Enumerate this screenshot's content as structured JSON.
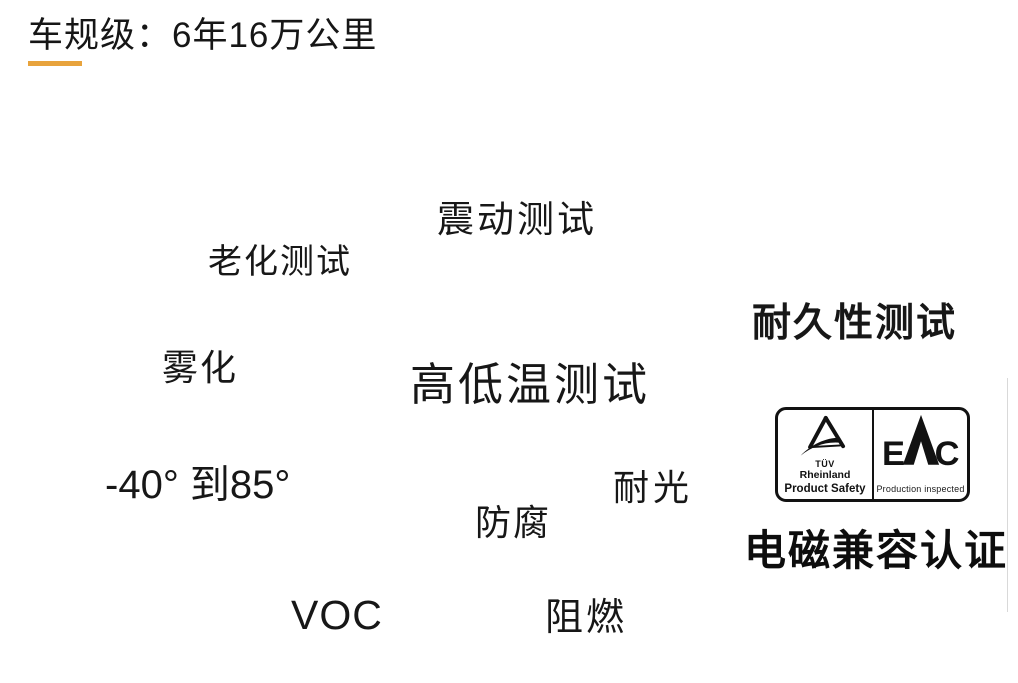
{
  "title": {
    "text": "车规级：6年16万公里",
    "underline_color": "#E8A33C"
  },
  "tests": {
    "vibration": "震动测试",
    "aging": "老化测试",
    "fogging": "雾化",
    "temperature": "高低温测试",
    "durability": "耐久性测试",
    "temp_range": "-40° 到85°",
    "anti_corrosion": "防腐",
    "light_resistance": "耐光",
    "voc": "VOC",
    "flame_retardant": "阻燃"
  },
  "certification": {
    "tuv": {
      "line1": "TÜV",
      "line2": "Rheinland",
      "line3": "Product Safety"
    },
    "emc": {
      "letter_e": "E",
      "letter_c": "C",
      "caption": "Production inspected"
    },
    "label": "电磁兼容认证"
  },
  "colors": {
    "accent_underline": "#E8A33C",
    "text": "#141414",
    "badge_border": "#121212"
  }
}
